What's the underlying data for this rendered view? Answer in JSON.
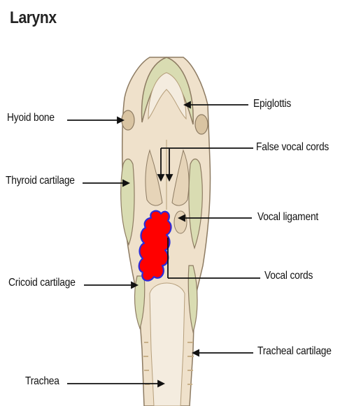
{
  "title": "Larynx",
  "labels": {
    "hyoid_bone": "Hyoid bone",
    "thyroid_cartilage": "Thyroid cartilage",
    "cricoid_cartilage": "Cricoid cartilage",
    "trachea": "Trachea",
    "epiglottis": "Epiglottis",
    "false_vocal_cords": "False vocal cords",
    "vocal_ligament": "Vocal ligament",
    "vocal_cords": "Vocal cords",
    "tracheal_cartilage": "Tracheal cartilage"
  },
  "colors": {
    "tissue": "#efe1cb",
    "tissue_shade": "#d9c4a2",
    "cartilage": "#d9dcb2",
    "lumen": "#f4ecdf",
    "outline": "#8d7b62",
    "tumor": "#ff0000",
    "tumor_outline": "#2b2bd9"
  }
}
